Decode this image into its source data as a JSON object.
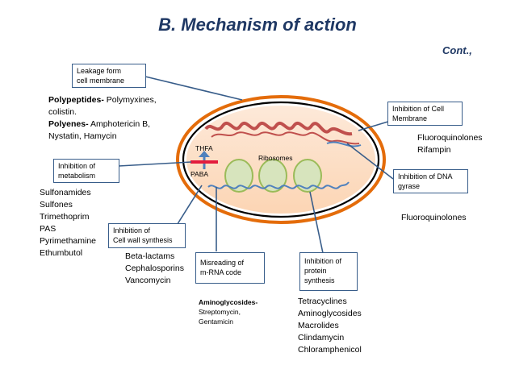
{
  "title": "B. Mechanism of action",
  "cont": "Cont.,",
  "cell_labels": {
    "thfa": "THFA",
    "paba": "PABA",
    "ribosomes": "Ribosomes"
  },
  "boxes": {
    "leakage": [
      "Leakage form",
      "cell membrane"
    ],
    "metabolism": [
      "Inhibition of",
      "metabolism"
    ],
    "cellwall": [
      "Inhibition of",
      "Cell wall synthesis"
    ],
    "misreading": [
      "Misreading of",
      "m-RNA code"
    ],
    "protein": [
      "Inhibition of",
      "protein",
      "synthesis"
    ],
    "cellmembrane": [
      "Inhibition of Cell",
      "Membrane"
    ],
    "dnagyrase": [
      "Inhibition of DNA",
      "gyrase"
    ]
  },
  "drugs": {
    "polypeptides_head": "Polypeptides-",
    "polypeptides_text": " Polymyxines,",
    "polypeptides_line2": "colistin.",
    "polyenes_head": "Polyenes-",
    "polyenes_text": " Amphotericin B,",
    "polyenes_line2": "Nystatin, Hamycin",
    "metabolism": [
      "Sulfonamides",
      "Sulfones",
      "Trimethoprim",
      "PAS",
      "Pyrimethamine",
      "Ethumbutol"
    ],
    "cellwall": [
      "Beta-lactams",
      "Cephalosporins",
      "Vancomycin"
    ],
    "aminoglycosides_head": "Aminoglycosides-",
    "aminoglycosides": [
      "Streptomycin,",
      "Gentamicin"
    ],
    "protein": [
      "Tetracyclines",
      "Aminoglycosides",
      "Macrolides",
      "Clindamycin",
      "Chloramphenicol"
    ],
    "membrane": [
      "Fluoroquinolones",
      "Rifampin"
    ],
    "dna": "Fluoroquinolones"
  },
  "colors": {
    "title": "#1f3864",
    "box_border": "#385d8a",
    "dna": "#c0504d",
    "ribosome": "#d7e4bd",
    "mrna": "#4f81bd"
  }
}
